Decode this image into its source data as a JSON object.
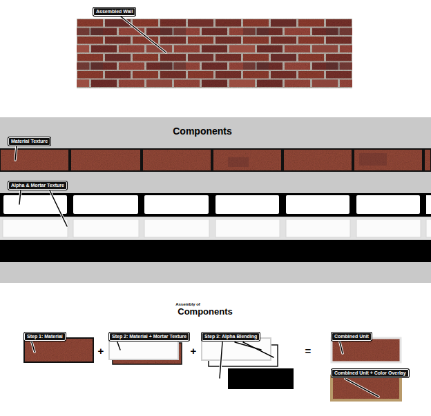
{
  "diagram": {
    "nodes": [
      {
        "text": [
          "Assembled Wall"
        ]
      },
      {
        "text": [
          "Components"
        ]
      },
      {
        "text": [
          "Material Texture"
        ],
        "in": 1
      },
      {
        "text": [
          "Alpha & Mortar Texture"
        ],
        "in": 1
      },
      {
        "text": [
          "Step 1: Material"
        ]
      },
      {
        "text": [
          "Step 2: Material + Mortar Texture"
        ]
      },
      {
        "text": [
          "Step 3: Alpha Blending"
        ]
      },
      {
        "text": [
          "Combined Unit"
        ]
      },
      {
        "text": [
          "Combined Unit + Color Overlay"
        ]
      }
    ],
    "labels": [
      "Assembly of",
      "Components",
      "+",
      "+",
      "="
    ]
  }
}
